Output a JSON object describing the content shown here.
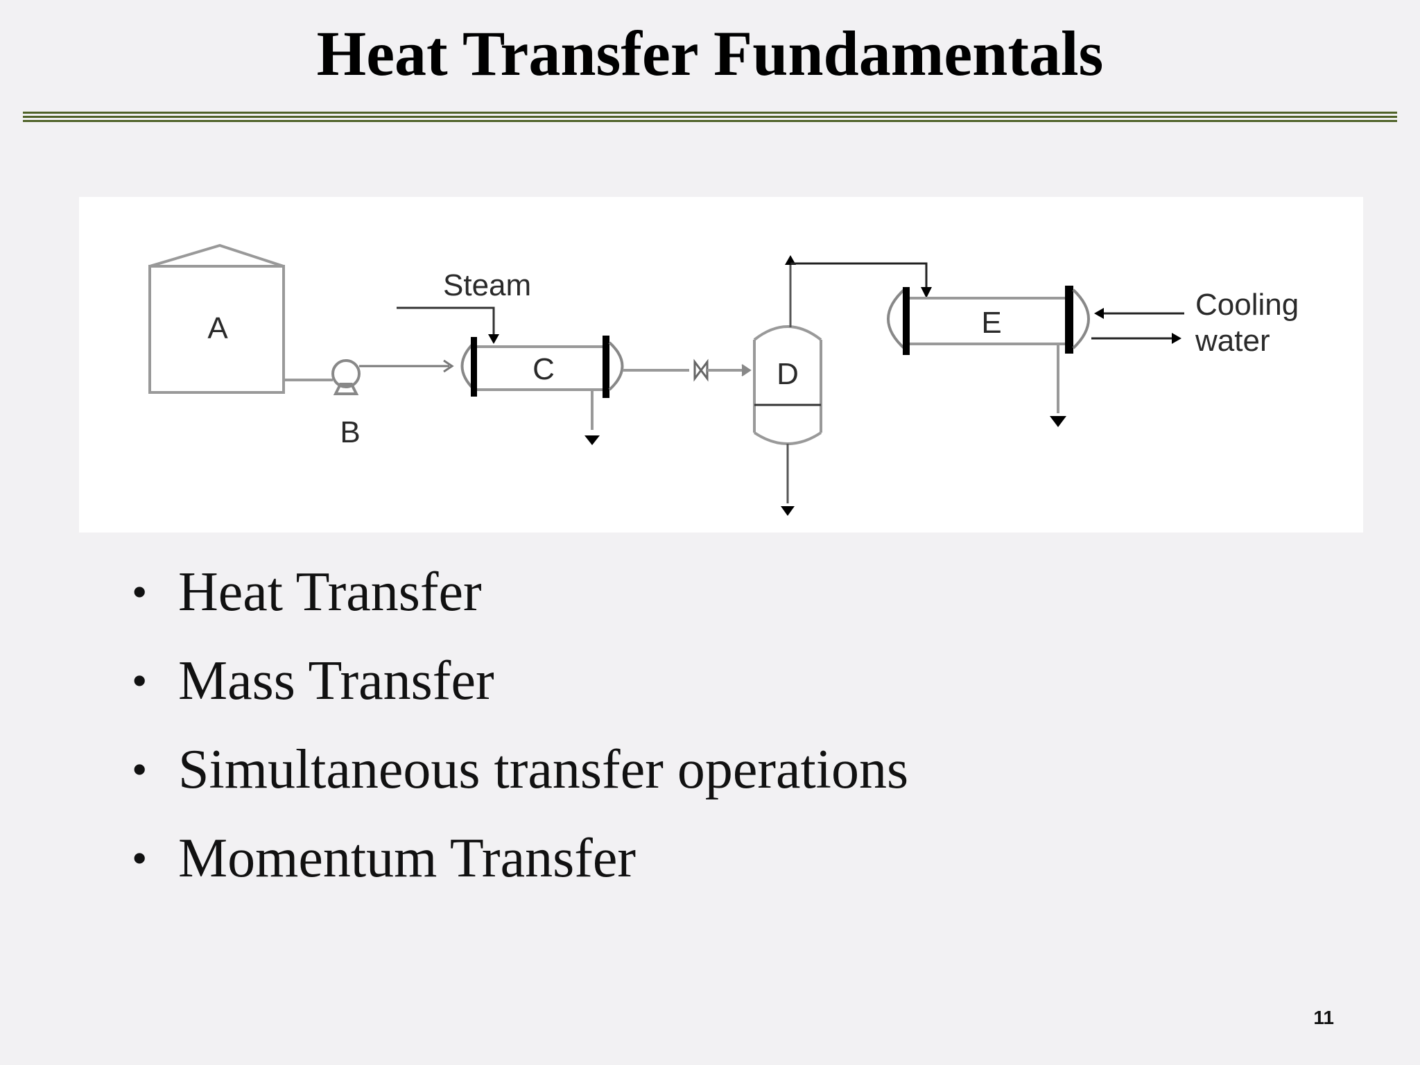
{
  "slide": {
    "title": "Heat Transfer Fundamentals",
    "page_number": "11"
  },
  "diagram": {
    "labels": {
      "tank": "A",
      "pump": "B",
      "heater": "C",
      "separator": "D",
      "condenser": "E",
      "steam": "Steam",
      "cooling_line1": "Cooling",
      "cooling_line2": "water"
    }
  },
  "bullets": [
    {
      "text": "Heat Transfer"
    },
    {
      "text": "Mass Transfer"
    },
    {
      "text": "Simultaneous transfer operations"
    },
    {
      "text": "Momentum Transfer"
    }
  ],
  "colors": {
    "title_rule": "#4f6228",
    "background": "#f2f1f3",
    "diagram_background": "#ffffff"
  }
}
